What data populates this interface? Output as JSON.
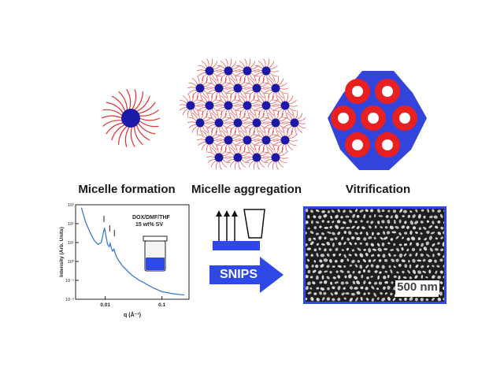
{
  "stages": [
    {
      "label": "Micelle formation"
    },
    {
      "label": "Micelle aggregation"
    },
    {
      "label": "Vitrification"
    }
  ],
  "process": {
    "arrow_label": "SNIPS"
  },
  "sem": {
    "scale_bar_label": "500 nm"
  },
  "colors": {
    "core": "#1a1aa8",
    "corona": "#e03030",
    "vitrified_matrix": "#3344dd",
    "vitrified_ring": "#e82020",
    "arrow": "#2f49e8",
    "curve": "#3a7bd5"
  },
  "chart_data": {
    "type": "line",
    "xlabel": "q (Å⁻¹)",
    "ylabel": "Intensity (Arb. Units)",
    "xscale": "log",
    "yscale": "log",
    "xlim": [
      0.003,
      0.3
    ],
    "ylim": [
      0.01,
      1000
    ],
    "xticks": [
      "0.01",
      "0.1"
    ],
    "yticks": [
      "10⁻²",
      "10⁻¹",
      "10⁰",
      "10¹",
      "10²",
      "10³"
    ],
    "annotation": [
      "DOX/DMF/THF",
      "15 wt% SV"
    ],
    "peak_markers_q": [
      0.0095,
      0.012,
      0.0145
    ],
    "series": [
      {
        "x": [
          0.0038,
          0.0045,
          0.0055,
          0.0065,
          0.0075,
          0.0085,
          0.0092,
          0.0097,
          0.0102,
          0.011,
          0.0117,
          0.0122,
          0.0128,
          0.0135,
          0.0142,
          0.0148,
          0.0155,
          0.017,
          0.02,
          0.025,
          0.03,
          0.04,
          0.05,
          0.07,
          0.1,
          0.15,
          0.2,
          0.25
        ],
        "y": [
          700,
          120,
          30,
          12,
          8,
          10,
          30,
          60,
          25,
          8,
          6,
          9,
          5,
          3.5,
          4.5,
          3,
          2,
          1.2,
          0.6,
          0.3,
          0.18,
          0.1,
          0.07,
          0.04,
          0.025,
          0.02,
          0.018,
          0.017
        ]
      }
    ]
  }
}
